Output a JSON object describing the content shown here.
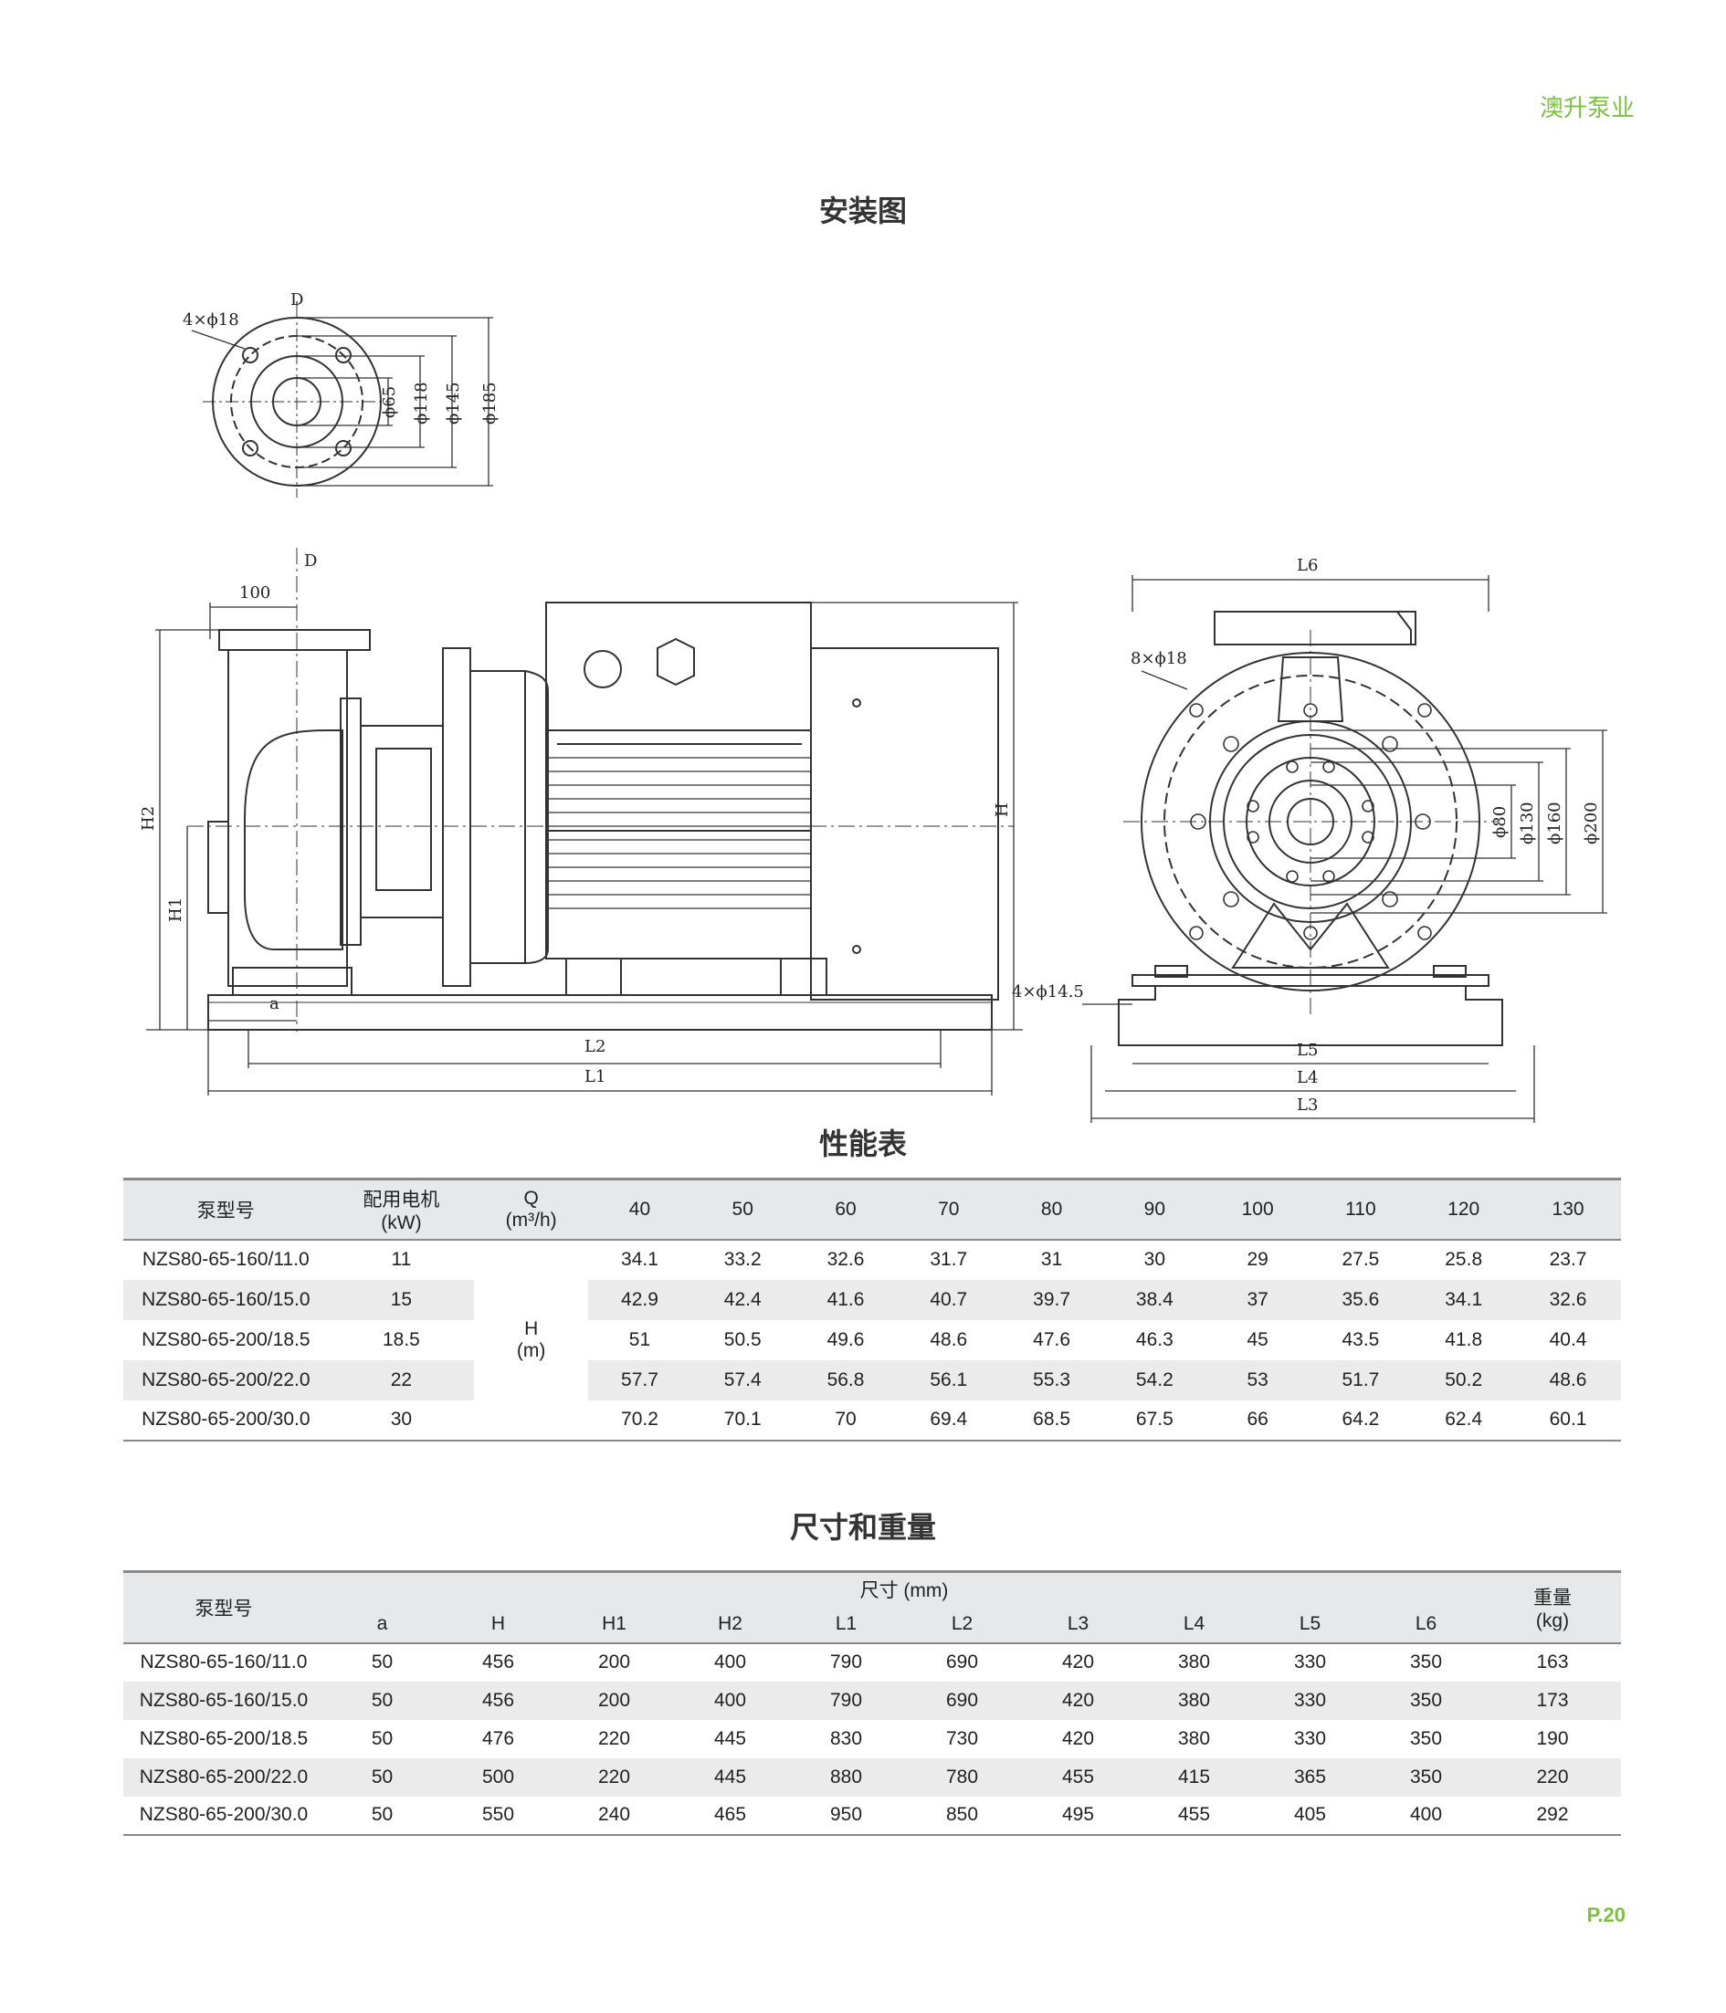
{
  "brand": "澳升泵业",
  "page_number": "P.20",
  "sections": {
    "install": "安装图",
    "performance": "性能表",
    "dimensions": "尺寸和重量"
  },
  "drawing_labels": {
    "flange_holes": "4×ϕ18",
    "flange_D": "D",
    "phi65": "ϕ65",
    "phi118": "ϕ118",
    "phi145": "ϕ145",
    "phi185": "ϕ185",
    "side_D": "D",
    "dim100": "100",
    "H2": "H2",
    "H1": "H1",
    "H": "H",
    "a": "a",
    "L2": "L2",
    "L1": "L1",
    "L6": "L6",
    "front_holes": "8×ϕ18",
    "phi80": "ϕ80",
    "phi130": "ϕ130",
    "phi160": "ϕ160",
    "phi200": "ϕ200",
    "base_holes": "4×ϕ14.5",
    "L5": "L5",
    "L4": "L4",
    "L3": "L3"
  },
  "performance": {
    "headers": {
      "model": "泵型号",
      "motor_line1": "配用电机",
      "motor_line2": "(kW)",
      "q_line1": "Q",
      "q_line2": "(m³/h)",
      "flows": [
        "40",
        "50",
        "60",
        "70",
        "80",
        "90",
        "100",
        "110",
        "120",
        "130"
      ]
    },
    "h_label_line1": "H",
    "h_label_line2": "(m)",
    "rows": [
      {
        "model": "NZS80-65-160/11.0",
        "motor": "11",
        "heads": [
          "34.1",
          "33.2",
          "32.6",
          "31.7",
          "31",
          "30",
          "29",
          "27.5",
          "25.8",
          "23.7"
        ]
      },
      {
        "model": "NZS80-65-160/15.0",
        "motor": "15",
        "heads": [
          "42.9",
          "42.4",
          "41.6",
          "40.7",
          "39.7",
          "38.4",
          "37",
          "35.6",
          "34.1",
          "32.6"
        ]
      },
      {
        "model": "NZS80-65-200/18.5",
        "motor": "18.5",
        "heads": [
          "51",
          "50.5",
          "49.6",
          "48.6",
          "47.6",
          "46.3",
          "45",
          "43.5",
          "41.8",
          "40.4"
        ]
      },
      {
        "model": "NZS80-65-200/22.0",
        "motor": "22",
        "heads": [
          "57.7",
          "57.4",
          "56.8",
          "56.1",
          "55.3",
          "54.2",
          "53",
          "51.7",
          "50.2",
          "48.6"
        ]
      },
      {
        "model": "NZS80-65-200/30.0",
        "motor": "30",
        "heads": [
          "70.2",
          "70.1",
          "70",
          "69.4",
          "68.5",
          "67.5",
          "66",
          "64.2",
          "62.4",
          "60.1"
        ]
      }
    ]
  },
  "dimensions": {
    "headers": {
      "model": "泵型号",
      "size_group": "尺寸 (mm)",
      "weight_line1": "重量",
      "weight_line2": "(kg)",
      "cols": [
        "a",
        "H",
        "H1",
        "H2",
        "L1",
        "L2",
        "L3",
        "L4",
        "L5",
        "L6"
      ]
    },
    "rows": [
      {
        "model": "NZS80-65-160/11.0",
        "vals": [
          "50",
          "456",
          "200",
          "400",
          "790",
          "690",
          "420",
          "380",
          "330",
          "350"
        ],
        "weight": "163"
      },
      {
        "model": "NZS80-65-160/15.0",
        "vals": [
          "50",
          "456",
          "200",
          "400",
          "790",
          "690",
          "420",
          "380",
          "330",
          "350"
        ],
        "weight": "173"
      },
      {
        "model": "NZS80-65-200/18.5",
        "vals": [
          "50",
          "476",
          "220",
          "445",
          "830",
          "730",
          "420",
          "380",
          "330",
          "350"
        ],
        "weight": "190"
      },
      {
        "model": "NZS80-65-200/22.0",
        "vals": [
          "50",
          "500",
          "220",
          "445",
          "880",
          "780",
          "455",
          "415",
          "365",
          "350"
        ],
        "weight": "220"
      },
      {
        "model": "NZS80-65-200/30.0",
        "vals": [
          "50",
          "550",
          "240",
          "465",
          "950",
          "850",
          "495",
          "455",
          "405",
          "400"
        ],
        "weight": "292"
      }
    ]
  }
}
